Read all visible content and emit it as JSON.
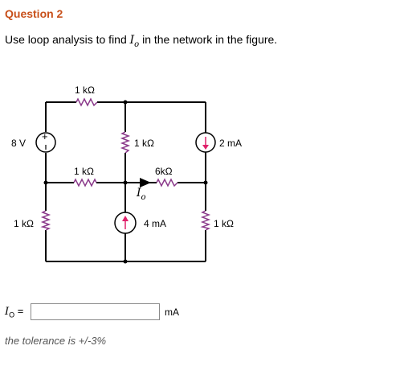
{
  "question": {
    "title": "Question 2",
    "prompt_before": "Use loop analysis to find ",
    "prompt_var": "I",
    "prompt_var_sub": "o",
    "prompt_after": " in the network in the figure."
  },
  "circuit": {
    "r_top": "1 kΩ",
    "v_source": "8 V",
    "r_mid_vertical": "1 kΩ",
    "i_source_right": "2 mA",
    "r_mid_left": "1 kΩ",
    "r_mid_right": "6kΩ",
    "io_var": "I",
    "io_sub": "o",
    "r_bottom_left": "1 kΩ",
    "i_source_center": "4 mA",
    "r_bottom_right": "1 kΩ"
  },
  "answer": {
    "label_var": "I",
    "label_sub": "O",
    "equals": "=",
    "value": "",
    "unit": "mA"
  },
  "tolerance": "the tolerance is +/-3%",
  "colors": {
    "title": "#c8501a",
    "current_arrow": "#e0206a",
    "wire": "#000000"
  }
}
